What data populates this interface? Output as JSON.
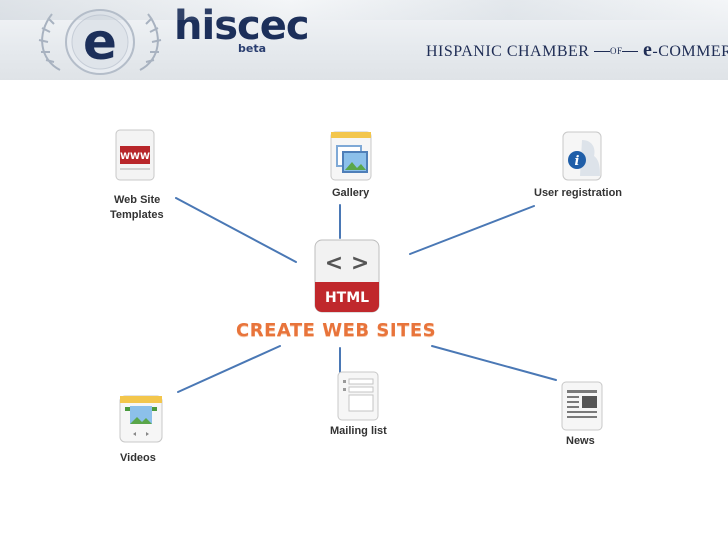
{
  "header": {
    "brand": "hiscec",
    "brand_badge": "beta",
    "logo_letter": "e",
    "tagline_part1": "HISPANIC CHAMBER",
    "tagline_of": "OF",
    "tagline_e": "e",
    "tagline_part2": "-COMMERCE"
  },
  "center": {
    "icon_text": "< >",
    "icon_label": "HTML",
    "title": "CREATE WEB SITES"
  },
  "nodes": {
    "templates_icon_text": "WWW",
    "templates_line1": "Web Site",
    "templates_line2": "Templates",
    "gallery": "Gallery",
    "user_registration": "User registration",
    "user_registration_icon_text": "i",
    "videos": "Videos",
    "mailing_list": "Mailing list",
    "news": "News"
  },
  "colors": {
    "connector": "#4a78b5",
    "accent_orange": "#e8743b",
    "html_red": "#c0282c",
    "brand_navy": "#1c2f5a"
  }
}
